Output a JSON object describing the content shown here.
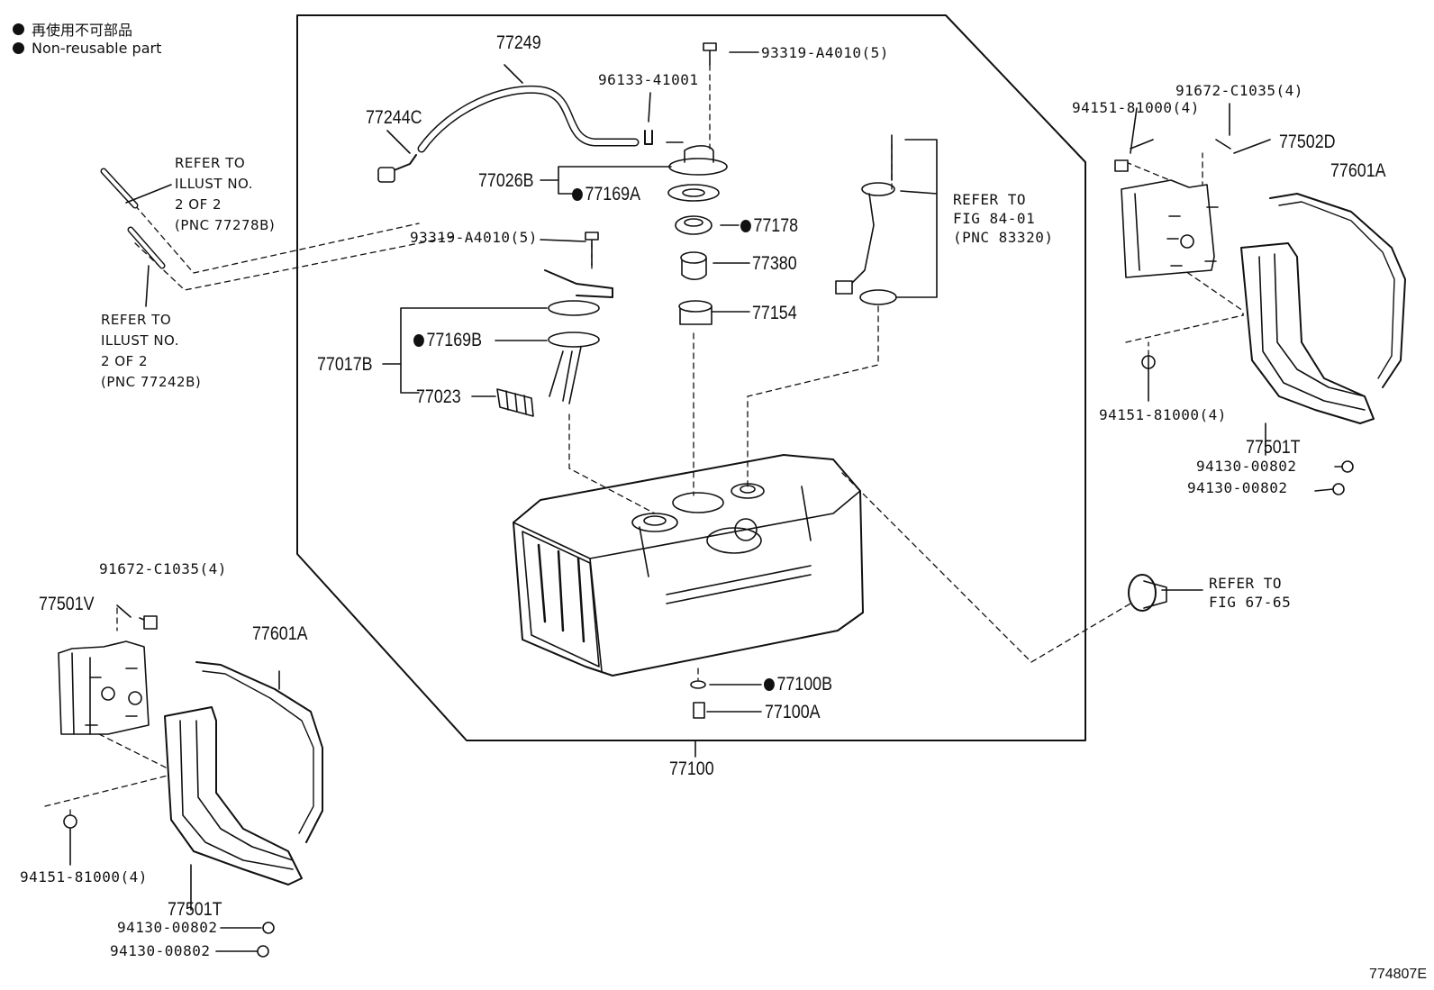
{
  "legend": {
    "japanese": "再使用不可部品",
    "english": "Non-reusable part"
  },
  "figure_id": "774807E",
  "references": {
    "ref1": [
      "REFER TO",
      "ILLUST NO.",
      "2 OF 2",
      "(PNC 77278B)"
    ],
    "ref2": [
      "REFER TO",
      "ILLUST NO.",
      "2 OF 2",
      "(PNC 77242B)"
    ],
    "ref3": [
      "REFER TO",
      "FIG 84-01",
      "(PNC 83320)"
    ],
    "ref4": [
      "REFER TO",
      "FIG 67-65"
    ]
  },
  "parts": {
    "p77249": "77249",
    "p77244C": "77244C",
    "p93319_top": "93319-A4010(5)",
    "p96133": "96133-41001",
    "p77026B": "77026B",
    "p77169A": "77169A",
    "p77178": "77178",
    "p93319_mid": "93319-A4010(5)",
    "p77380": "77380",
    "p77154": "77154",
    "p77017B": "77017B",
    "p77169B": "77169B",
    "p77023": "77023",
    "p77100B": "77100B",
    "p77100A": "77100A",
    "p77100": "77100",
    "r91672": "91672-C1035(4)",
    "r94151_top": "94151-81000(4)",
    "r77502D": "77502D",
    "r77601A": "77601A",
    "r94151_bot": "94151-81000(4)",
    "r77501T": "77501T",
    "r94130_a": "94130-00802",
    "r94130_b": "94130-00802",
    "l91672": "91672-C1035(4)",
    "l77501V": "77501V",
    "l77601A": "77601A",
    "l94151": "94151-81000(4)",
    "l77501T": "77501T",
    "l94130_a": "94130-00802",
    "l94130_b": "94130-00802"
  },
  "non_reusable": [
    "77169A",
    "77178",
    "77169B",
    "77100B"
  ]
}
